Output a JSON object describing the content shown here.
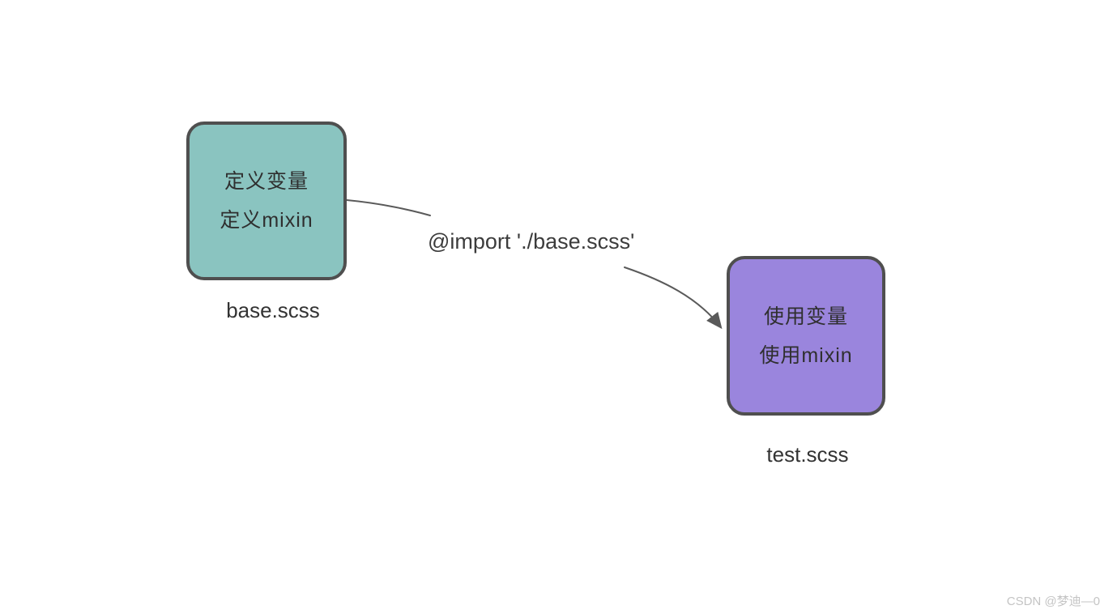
{
  "page": {
    "background": "#ffffff"
  },
  "diagram": {
    "nodes": [
      {
        "id": "base",
        "lines": [
          "定义变量",
          "定义mixin"
        ],
        "label": "base.scss",
        "fill": "#8ac4c0",
        "border": "#4f4f4f"
      },
      {
        "id": "test",
        "lines": [
          "使用变量",
          "使用mixin"
        ],
        "label": "test.scss",
        "fill": "#9a85dd",
        "border": "#4f4f4f"
      }
    ],
    "edge": {
      "label": "@import './base.scss'",
      "from": "base.scss",
      "to": "test.scss",
      "color": "#5a5a5a"
    }
  },
  "watermark": {
    "text": "CSDN @梦迪—0",
    "color": "#c4c4c4"
  }
}
